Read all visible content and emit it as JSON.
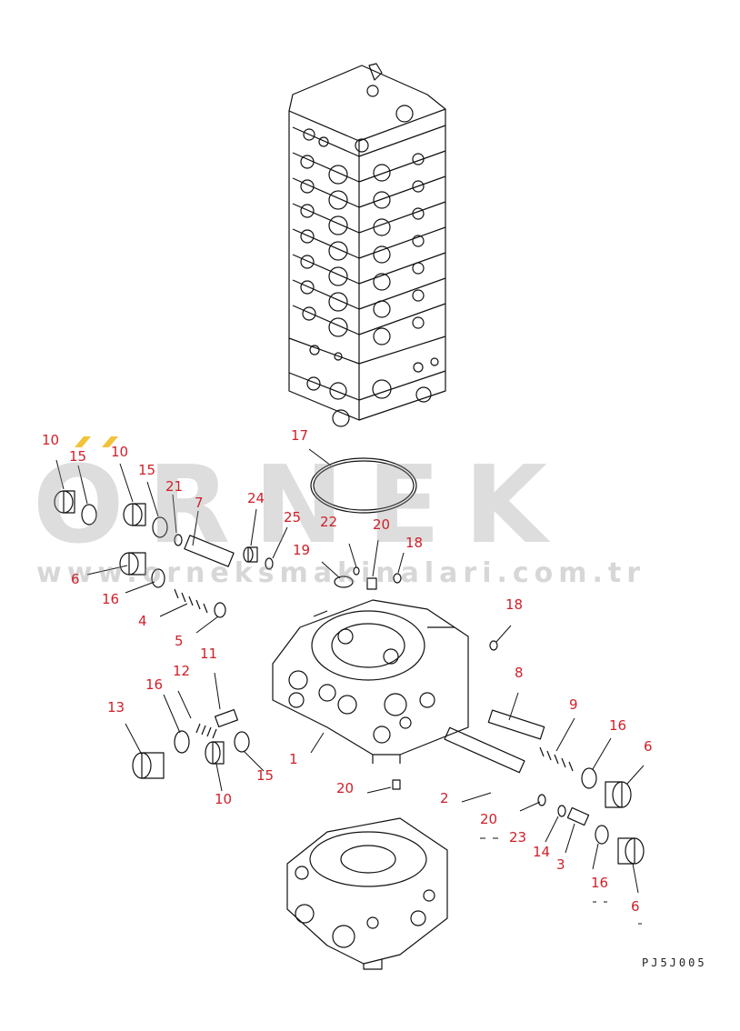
{
  "watermark": {
    "brand": "ORNEK",
    "url": "www.orneksmakinalari.com.tr",
    "accent_color": "#f2c23a"
  },
  "drawing_code": "PJ5J005",
  "callouts": [
    {
      "id": "c1",
      "text": "1"
    },
    {
      "id": "c2",
      "text": "2"
    },
    {
      "id": "c3",
      "text": "3"
    },
    {
      "id": "c4",
      "text": "4"
    },
    {
      "id": "c5",
      "text": "5"
    },
    {
      "id": "c6a",
      "text": "6"
    },
    {
      "id": "c6b",
      "text": "6"
    },
    {
      "id": "c6c",
      "text": "6"
    },
    {
      "id": "c7",
      "text": "7"
    },
    {
      "id": "c8",
      "text": "8"
    },
    {
      "id": "c9",
      "text": "9"
    },
    {
      "id": "c10a",
      "text": "10"
    },
    {
      "id": "c10b",
      "text": "10"
    },
    {
      "id": "c10c",
      "text": "10"
    },
    {
      "id": "c11",
      "text": "11"
    },
    {
      "id": "c12",
      "text": "12"
    },
    {
      "id": "c13",
      "text": "13"
    },
    {
      "id": "c14",
      "text": "14"
    },
    {
      "id": "c15a",
      "text": "15"
    },
    {
      "id": "c15b",
      "text": "15"
    },
    {
      "id": "c15c",
      "text": "15"
    },
    {
      "id": "c16a",
      "text": "16"
    },
    {
      "id": "c16b",
      "text": "16"
    },
    {
      "id": "c16c",
      "text": "16"
    },
    {
      "id": "c16d",
      "text": "16"
    },
    {
      "id": "c17",
      "text": "17"
    },
    {
      "id": "c18a",
      "text": "18"
    },
    {
      "id": "c18b",
      "text": "18"
    },
    {
      "id": "c19",
      "text": "19"
    },
    {
      "id": "c20a",
      "text": "20"
    },
    {
      "id": "c20b",
      "text": "20"
    },
    {
      "id": "c20c",
      "text": "20"
    },
    {
      "id": "c21",
      "text": "21"
    },
    {
      "id": "c22",
      "text": "22"
    },
    {
      "id": "c23",
      "text": "23"
    },
    {
      "id": "c24",
      "text": "24"
    },
    {
      "id": "c25",
      "text": "25"
    }
  ],
  "colors": {
    "callout": "#d0202a",
    "line": "#111111"
  }
}
